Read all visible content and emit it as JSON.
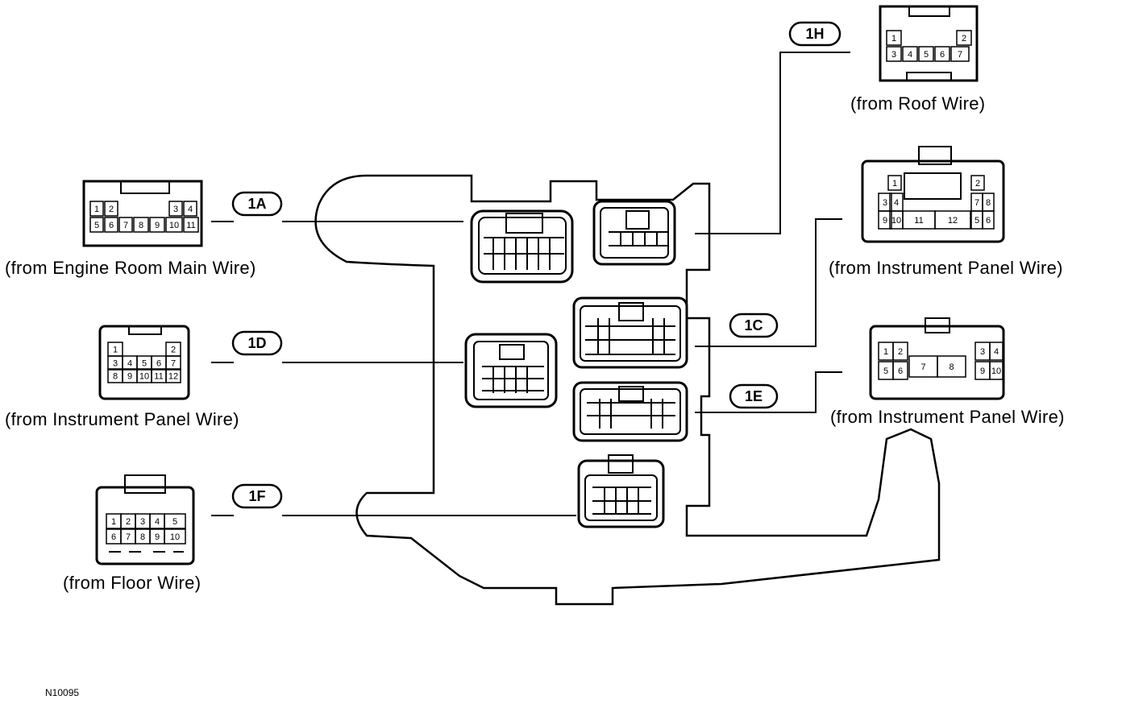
{
  "connectors": {
    "c1H": {
      "tag": "1H",
      "caption": "(from Roof Wire)"
    },
    "c1A": {
      "tag": "1A",
      "caption": "(from Engine Room Main Wire)"
    },
    "c1C": {
      "tag": "1C",
      "caption": "(from Instrument Panel Wire)"
    },
    "c1D": {
      "tag": "1D",
      "caption": "(from Instrument Panel Wire)"
    },
    "c1E": {
      "tag": "1E",
      "caption": "(from Instrument Panel Wire)"
    },
    "c1F": {
      "tag": "1F",
      "caption": "(from Floor Wire)"
    }
  },
  "figure_code": "N10095",
  "pins": {
    "p1H": [
      "1",
      "2",
      "3",
      "4",
      "5",
      "6",
      "7"
    ],
    "p1A": [
      "1",
      "2",
      "3",
      "4",
      "5",
      "6",
      "7",
      "8",
      "9",
      "10",
      "11"
    ],
    "p1C": [
      "1",
      "2",
      "3",
      "4",
      "7",
      "8",
      "9",
      "10",
      "11",
      "12",
      "5",
      "6"
    ],
    "p1D": [
      "1",
      "2",
      "3",
      "4",
      "5",
      "6",
      "7",
      "8",
      "9",
      "10",
      "11",
      "12"
    ],
    "p1E": [
      "1",
      "2",
      "3",
      "4",
      "5",
      "6",
      "7",
      "8",
      "9",
      "10"
    ],
    "p1F": [
      "1",
      "2",
      "3",
      "4",
      "5",
      "6",
      "7",
      "8",
      "9",
      "10"
    ]
  }
}
